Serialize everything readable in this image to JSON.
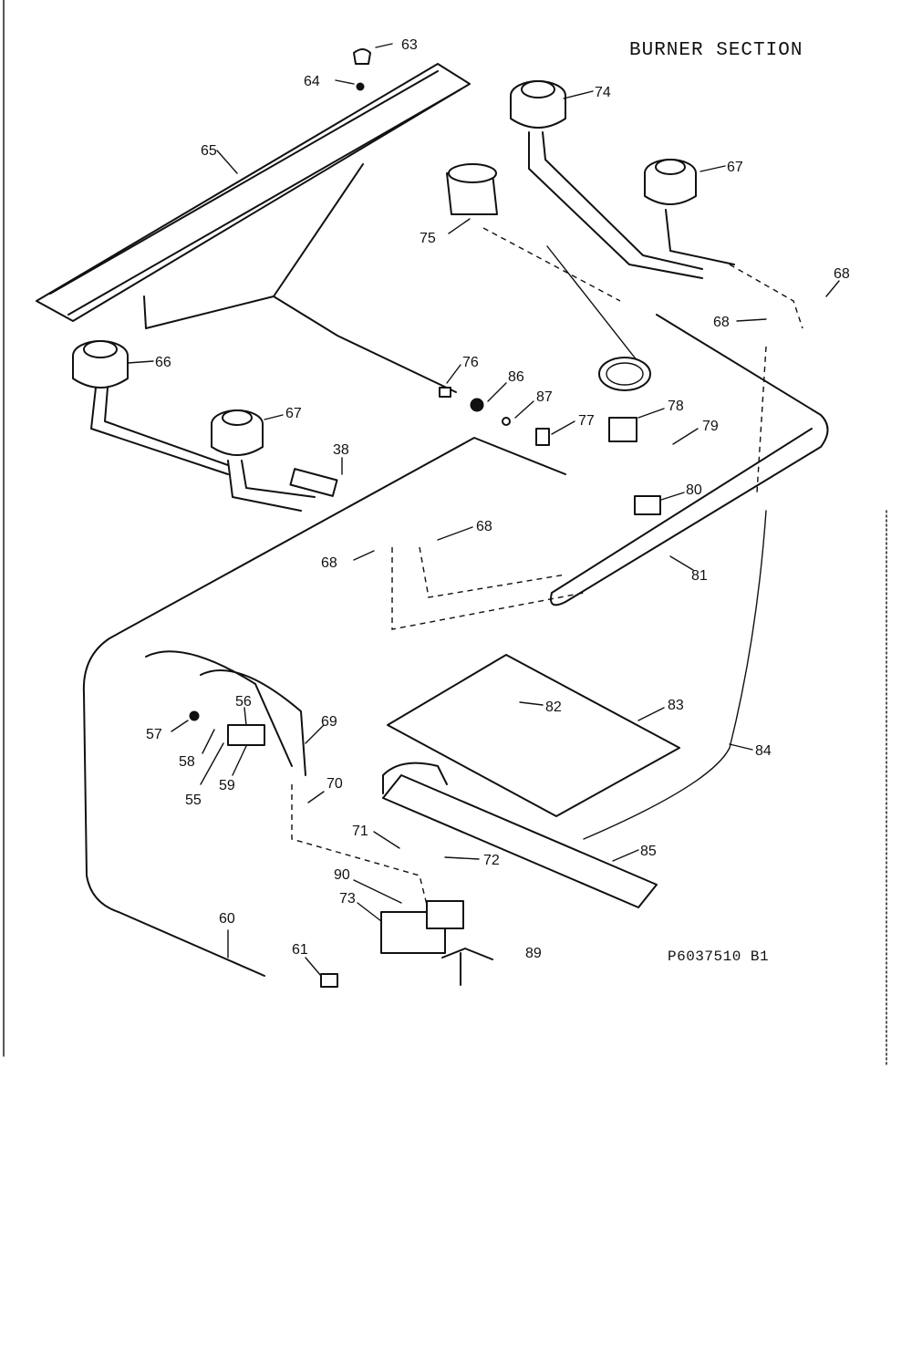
{
  "diagram": {
    "title": "BURNER SECTION",
    "code": "P6037510 B1",
    "callouts": [
      "63",
      "64",
      "65",
      "74",
      "67",
      "75",
      "68",
      "68",
      "66",
      "76",
      "86",
      "87",
      "77",
      "78",
      "79",
      "67",
      "38",
      "80",
      "68",
      "68",
      "81",
      "56",
      "57",
      "58",
      "55",
      "59",
      "69",
      "70",
      "82",
      "83",
      "84",
      "71",
      "72",
      "85",
      "90",
      "73",
      "60",
      "61",
      "89"
    ]
  }
}
